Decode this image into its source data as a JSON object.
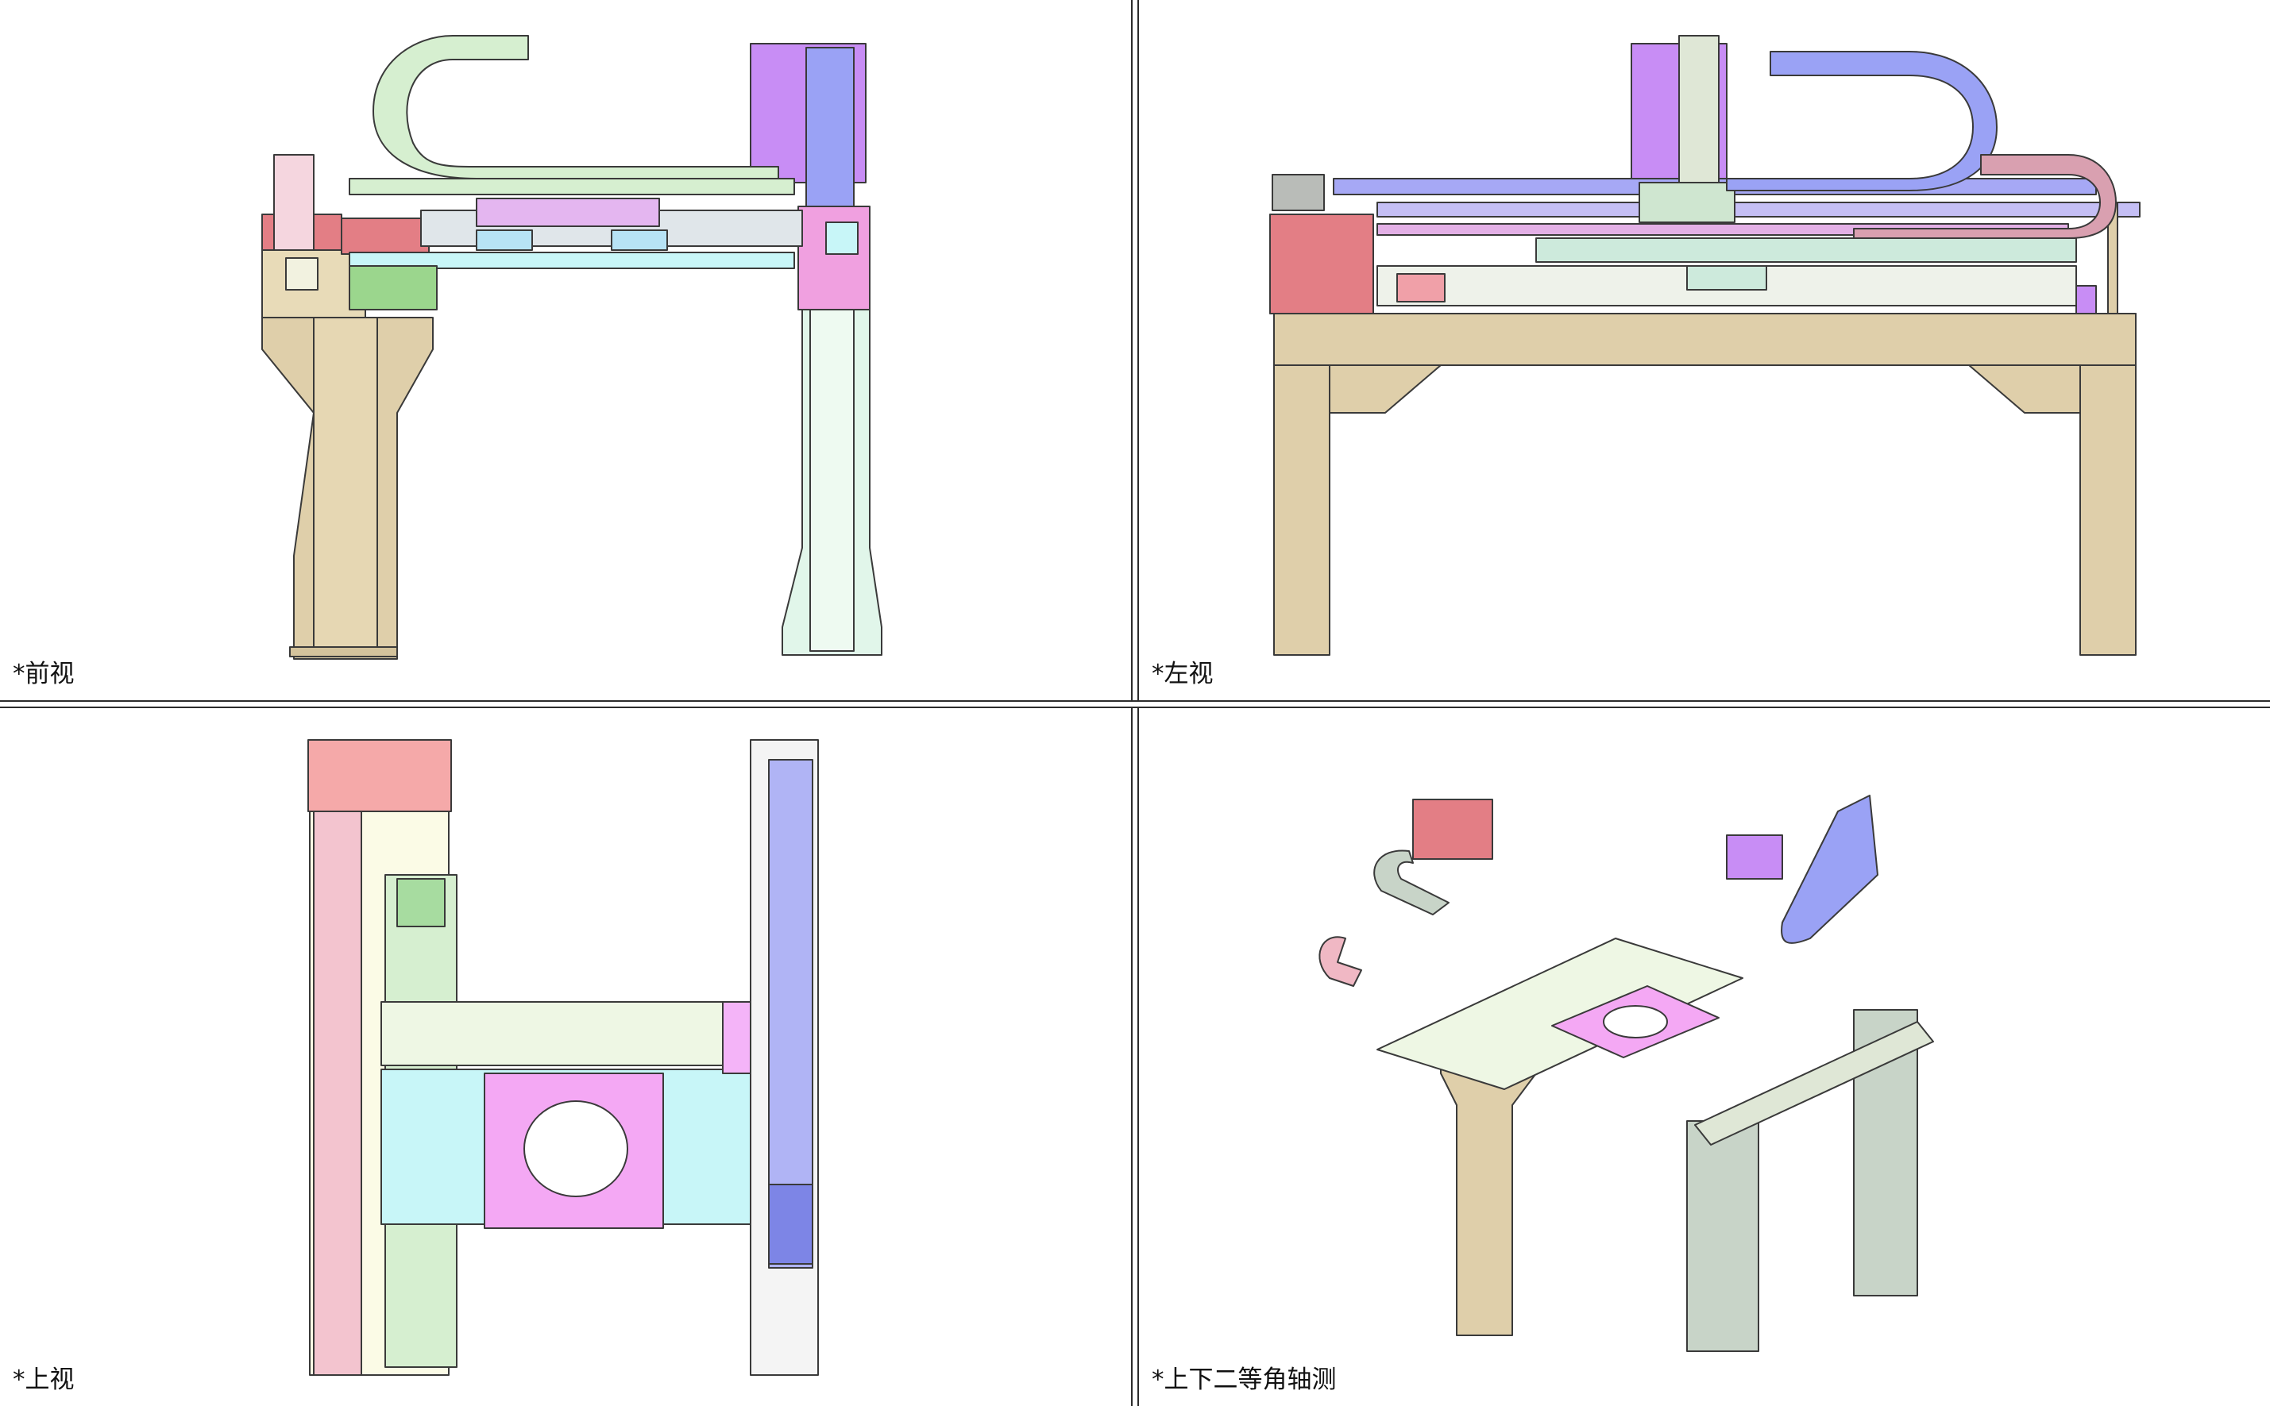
{
  "viewports": {
    "front": {
      "label": "*前视"
    },
    "left": {
      "label": "*左视"
    },
    "top": {
      "label": "*上视"
    },
    "iso": {
      "label": "*上下二等角轴测"
    }
  },
  "colors": {
    "frame": "#dfcfaa",
    "cable_green": "#d6efd0",
    "cable_blue": "#9aa2f5",
    "cable_pink": "#f0b8c4",
    "carriage_purple": "#c88df5",
    "plate_magenta": "#f4a8f4",
    "plate_cyan": "#c8f6f8",
    "red_box": "#e37e85",
    "pillar_light": "#e1f6ea",
    "line": "#3a3a3a"
  }
}
